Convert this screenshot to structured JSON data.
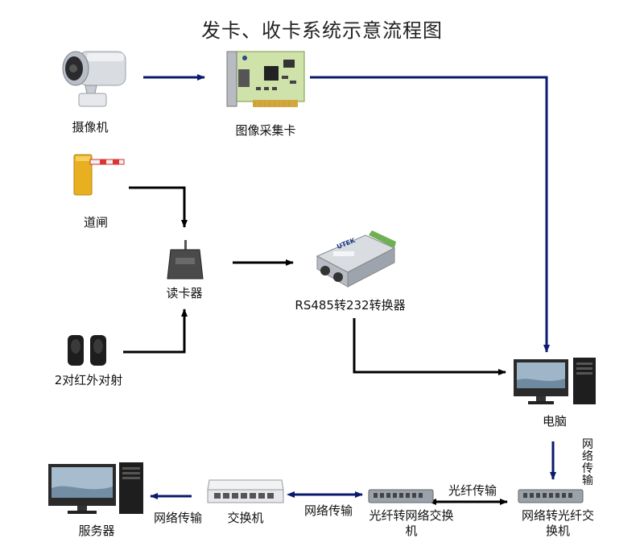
{
  "title": "发卡、收卡系统示意流程图",
  "nodes": {
    "camera": "摄像机",
    "capture_card": "图像采集卡",
    "gate": "道闸",
    "card_reader": "读卡器",
    "infrared": "2对红外对射",
    "converter": "RS485转232转换器",
    "computer": "电脑",
    "net_to_fiber_switch": "网络转光纤交换机",
    "fiber_to_net_switch": "光纤转网络交换机",
    "switch": "交换机",
    "server": "服务器"
  },
  "edge_labels": {
    "computer_to_switch": "网络传输",
    "fiber_link": "光纤传输",
    "switch_link": "网络传输",
    "server_link": "网络传输"
  },
  "device_text": {
    "converter_brand": "UTEK"
  },
  "colors": {
    "navy_arrow": "#0a1a6e",
    "black_arrow": "#000000"
  }
}
